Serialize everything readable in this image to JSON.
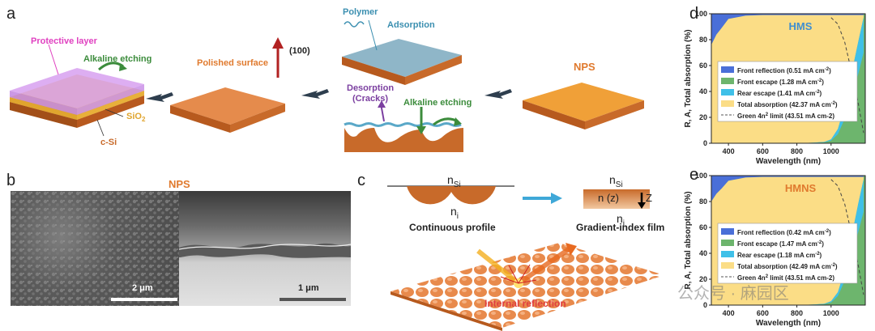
{
  "panels": {
    "a": {
      "label": "a",
      "protective_layer": "Protective layer",
      "alkaline_etching_1": "Alkaline etching",
      "sio2_base": "SiO",
      "sio2_sub": "2",
      "csi": "c-Si",
      "polished_surface": "Polished surface",
      "direction_100": "(100)",
      "polymer": "Polymer",
      "adsorption": "Adsorption",
      "desorption_1": "Desorption",
      "desorption_2": "(Cracks)",
      "alkaline_etching_2": "Alkaline etching",
      "nps": "NPS",
      "colors": {
        "orange_label": "#E07A2E",
        "pink": "#E040C0",
        "green": "#3C8C3C",
        "teal": "#3B8FB0",
        "purple": "#7B3FA0"
      }
    },
    "b": {
      "label": "b",
      "title": "NPS",
      "scale_left": "2 μm",
      "scale_right": "1 μm"
    },
    "c": {
      "label": "c",
      "n_si": "n",
      "n_si_sub": "Si",
      "n_i": "n",
      "n_i_sub": "i",
      "n_si_right": "n",
      "n_si_right_sub": "Si",
      "n_z": "n (z)",
      "z": "Z",
      "n_i_right": "n",
      "n_i_right_sub": "i",
      "continuous_profile": "Continuous profile",
      "gradient_film": "Gradient-index film",
      "internal_reflection": "Internal reflection"
    },
    "d": {
      "label": "d",
      "series_label": "HMS",
      "legend": [
        {
          "text": "Front reflection (0.51 mA cm",
          "sup": "-2",
          "end": ")",
          "color": "#4A6FD8"
        },
        {
          "text": "Front escape (1.28 mA cm",
          "sup": "-2",
          "end": ")",
          "color": "#6DB56D"
        },
        {
          "text": "Rear escape (1.41 mA cm",
          "sup": "-2",
          "end": ")",
          "color": "#3FC0E8"
        },
        {
          "text": "Total absorption (42.37 mA cm",
          "sup": "-2",
          "end": ")",
          "color": "#FBDD86"
        },
        {
          "text": "Green 4n",
          "sup": "2",
          "end": " limit (43.51 mA cm-2)",
          "color": "#555"
        }
      ]
    },
    "e": {
      "label": "e",
      "series_label": "HMNS",
      "legend": [
        {
          "text": "Front reflection (0.42 mA cm",
          "sup": "-2",
          "end": ")",
          "color": "#4A6FD8"
        },
        {
          "text": "Front escape (1.47 mA cm",
          "sup": "-2",
          "end": ")",
          "color": "#6DB56D"
        },
        {
          "text": "Rear escape (1.18 mA cm",
          "sup": "-2",
          "end": ")",
          "color": "#3FC0E8"
        },
        {
          "text": "Total absorption (42.49 mA cm",
          "sup": "-2",
          "end": ")",
          "color": "#FBDD86"
        },
        {
          "text": "Green 4n",
          "sup": "2",
          "end": " limit (43.51 mA cm-2)",
          "color": "#555"
        }
      ]
    },
    "chart_axes": {
      "ylabel": "R, A, Total absorption (%)",
      "xlabel": "Wavelength (nm)",
      "yticks": [
        "0",
        "20",
        "40",
        "60",
        "80",
        "100"
      ],
      "xticks": [
        "400",
        "600",
        "800",
        "1000"
      ]
    },
    "watermark": "公众号 · 麻园区"
  },
  "chart_data": [
    {
      "type": "area",
      "title": "HMS",
      "xlabel": "Wavelength (nm)",
      "ylabel": "R, A, Total absorption (%)",
      "xlim": [
        300,
        1200
      ],
      "ylim": [
        0,
        100
      ],
      "series": [
        {
          "name": "Total absorption",
          "x": [
            300,
            330,
            360,
            400,
            500,
            600,
            700,
            800,
            900,
            960,
            1000,
            1040,
            1080,
            1120,
            1160,
            1190
          ],
          "values": [
            76,
            84,
            89,
            96,
            98.5,
            99,
            99,
            99,
            98.5,
            98,
            96,
            88,
            70,
            45,
            20,
            2
          ]
        },
        {
          "name": "Front reflection",
          "x": [
            300,
            330,
            360,
            400,
            500,
            600,
            700,
            800,
            900,
            960,
            1000,
            1040,
            1080,
            1120,
            1160,
            1190
          ],
          "values": [
            24,
            16,
            11,
            4,
            1.5,
            1,
            1,
            1,
            1,
            1,
            1,
            1,
            1,
            1,
            1,
            1
          ]
        },
        {
          "name": "Front escape",
          "x": [
            300,
            330,
            360,
            400,
            500,
            600,
            700,
            800,
            900,
            960,
            1000,
            1040,
            1080,
            1120,
            1160,
            1190
          ],
          "values": [
            0,
            0,
            0,
            0,
            0,
            0,
            0,
            0,
            0.3,
            0.6,
            2,
            7,
            19,
            36,
            54,
            70
          ]
        },
        {
          "name": "Rear escape",
          "x": [
            300,
            330,
            360,
            400,
            500,
            600,
            700,
            800,
            900,
            960,
            1000,
            1040,
            1080,
            1120,
            1160,
            1190
          ],
          "values": [
            0,
            0,
            0,
            0,
            0,
            0,
            0,
            0,
            0.2,
            0.4,
            1,
            4,
            10,
            18,
            25,
            27
          ]
        },
        {
          "name": "Green 4n² limit",
          "x": [
            1000,
            1040,
            1080,
            1120,
            1160,
            1190
          ],
          "values": [
            97,
            92,
            78,
            55,
            30,
            8
          ]
        }
      ]
    },
    {
      "type": "area",
      "title": "HMNS",
      "xlabel": "Wavelength (nm)",
      "ylabel": "R, A, Total absorption (%)",
      "xlim": [
        300,
        1200
      ],
      "ylim": [
        0,
        100
      ],
      "series": [
        {
          "name": "Total absorption",
          "x": [
            300,
            330,
            360,
            400,
            500,
            600,
            700,
            800,
            900,
            960,
            1000,
            1040,
            1080,
            1120,
            1160,
            1190
          ],
          "values": [
            80,
            86,
            90,
            96,
            98.5,
            99,
            99,
            99,
            98.5,
            98,
            96,
            89,
            72,
            46,
            20,
            2
          ]
        },
        {
          "name": "Front reflection",
          "x": [
            300,
            330,
            360,
            400,
            500,
            600,
            700,
            800,
            900,
            960,
            1000,
            1040,
            1080,
            1120,
            1160,
            1190
          ],
          "values": [
            20,
            14,
            10,
            4,
            1.5,
            1,
            1,
            1,
            1,
            1,
            1,
            1,
            1,
            1,
            1,
            1
          ]
        },
        {
          "name": "Front escape",
          "x": [
            300,
            330,
            360,
            400,
            500,
            600,
            700,
            800,
            900,
            960,
            1000,
            1040,
            1080,
            1120,
            1160,
            1190
          ],
          "values": [
            0,
            0,
            0,
            0,
            0,
            0,
            0,
            0,
            0.3,
            0.6,
            2,
            7,
            19,
            38,
            57,
            72
          ]
        },
        {
          "name": "Rear escape",
          "x": [
            300,
            330,
            360,
            400,
            500,
            600,
            700,
            800,
            900,
            960,
            1000,
            1040,
            1080,
            1120,
            1160,
            1190
          ],
          "values": [
            0,
            0,
            0,
            0,
            0,
            0,
            0,
            0,
            0.2,
            0.4,
            1,
            3,
            8,
            15,
            22,
            25
          ]
        },
        {
          "name": "Green 4n² limit",
          "x": [
            1000,
            1040,
            1080,
            1120,
            1160,
            1190
          ],
          "values": [
            97,
            92,
            78,
            55,
            30,
            8
          ]
        }
      ]
    }
  ]
}
